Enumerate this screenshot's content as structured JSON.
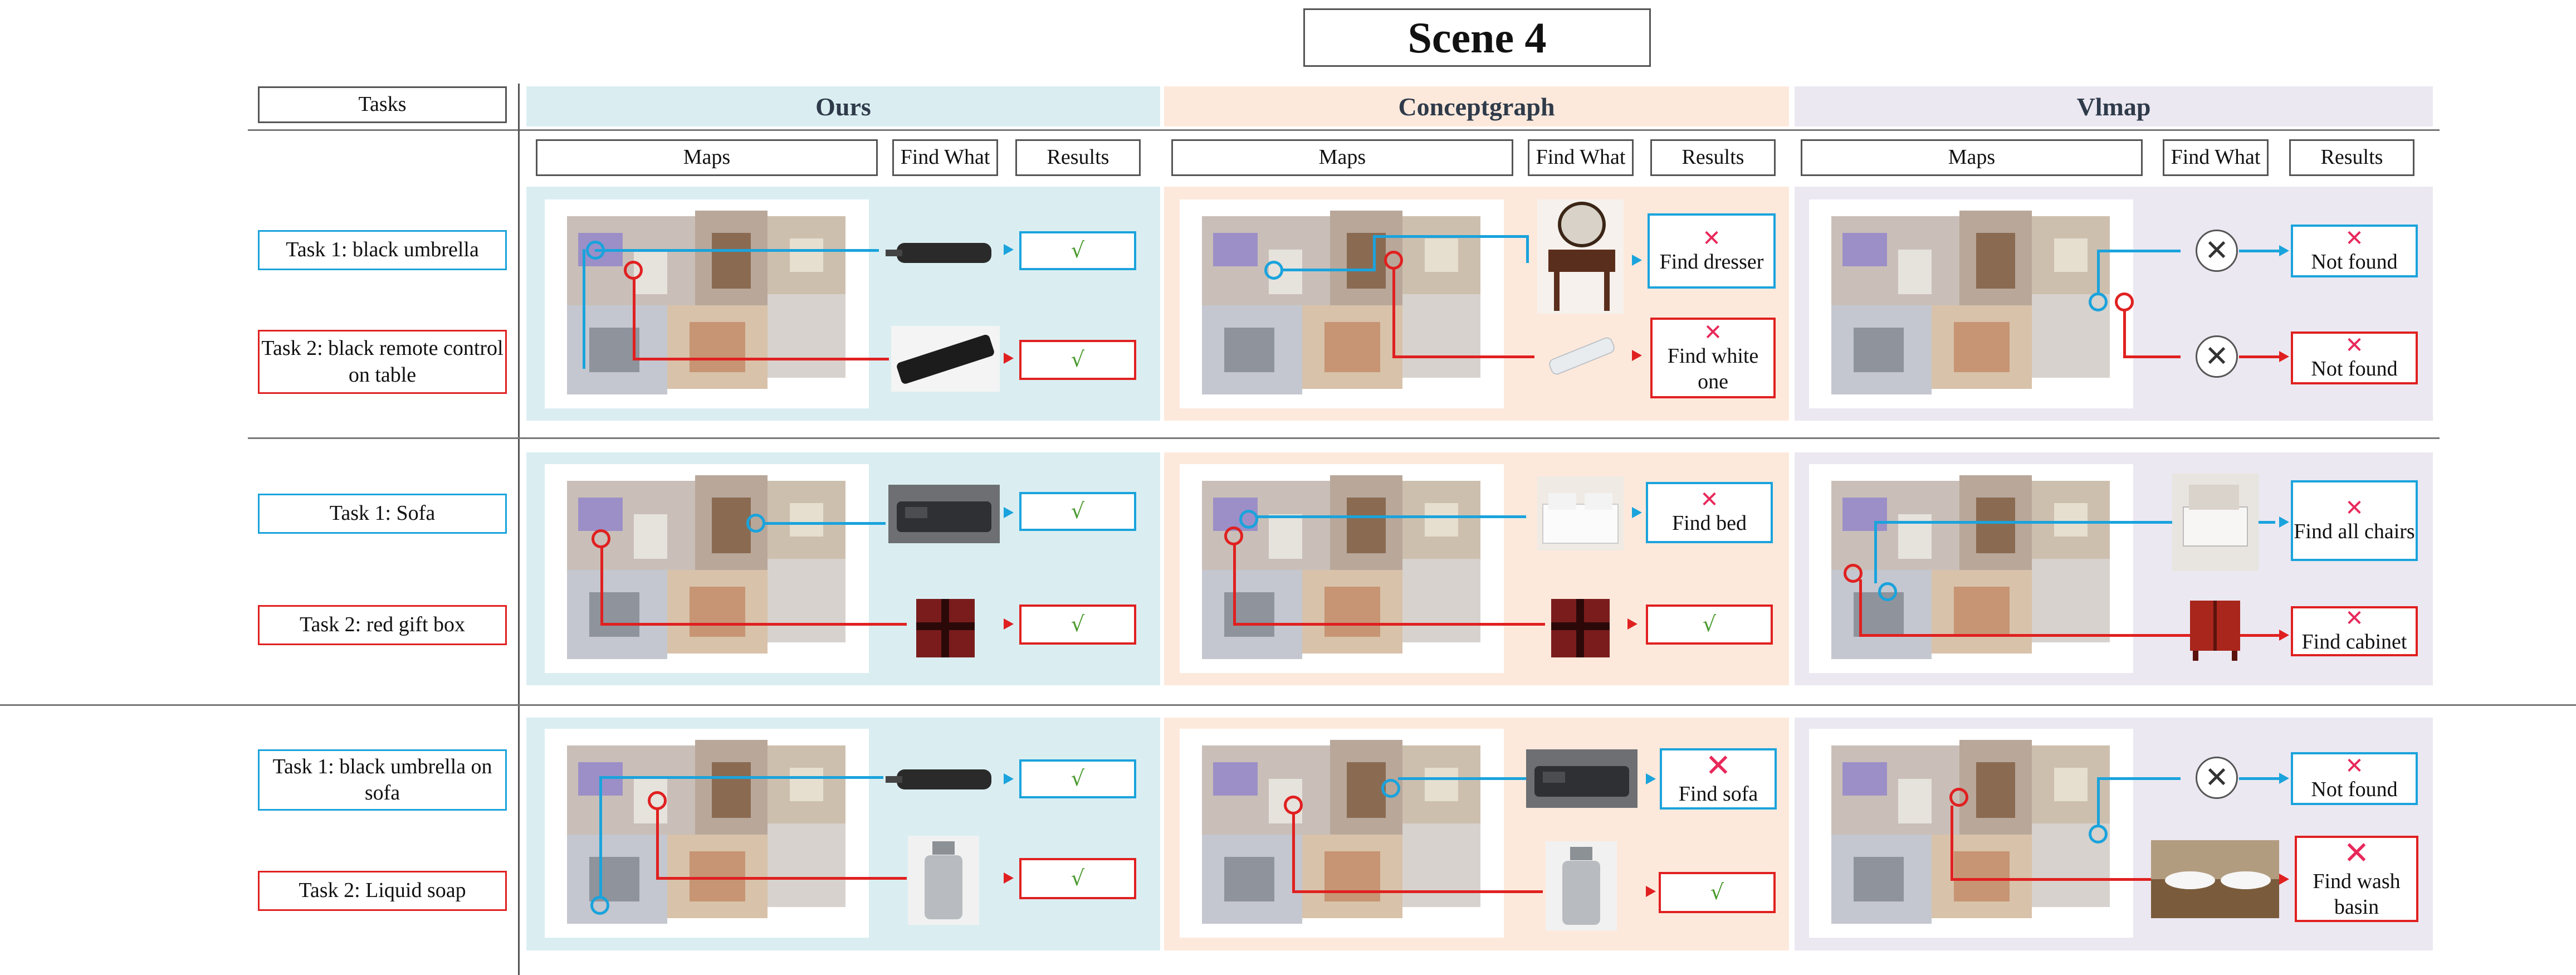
{
  "scene_title": "Scene 4",
  "tasks_header": "Tasks",
  "methods": {
    "ours": "Ours",
    "conceptgraph": "Conceptgraph",
    "vlmap": "Vlmap"
  },
  "column_headers": {
    "maps": "Maps",
    "find_what": "Find What",
    "results": "Results"
  },
  "rows": [
    {
      "task1": "Task 1: black umbrella",
      "task2": "Task 2:  black remote control on table",
      "ours": {
        "r1": "√",
        "r2": "√"
      },
      "cg": {
        "r1": "Find dresser",
        "r2": "Find white one"
      },
      "vl": {
        "r1": "Not found",
        "r2": "Not found"
      }
    },
    {
      "task1": "Task 1: Sofa",
      "task2": "Task 2: red gift box",
      "ours": {
        "r1": "√",
        "r2": "√"
      },
      "cg": {
        "r1": "Find bed",
        "r2": "√"
      },
      "vl": {
        "r1": "Find all chairs",
        "r2": "Find cabinet"
      }
    },
    {
      "task1": "Task 1: black umbrella on sofa",
      "task2": "Task 2:  Liquid soap",
      "ours": {
        "r1": "√",
        "r2": "√"
      },
      "cg": {
        "r1": "Find sofa",
        "r2": "√"
      },
      "vl": {
        "r1": "Not found",
        "r2": "Find wash basin"
      }
    }
  ],
  "icons": {
    "cross": "✕",
    "fail": "✕"
  },
  "colors": {
    "blue": "#1aa3dc",
    "red": "#e02020",
    "ours_bg": "#daeef2",
    "cg_bg": "#fde9dc",
    "vl_bg": "#ebe8f1"
  }
}
